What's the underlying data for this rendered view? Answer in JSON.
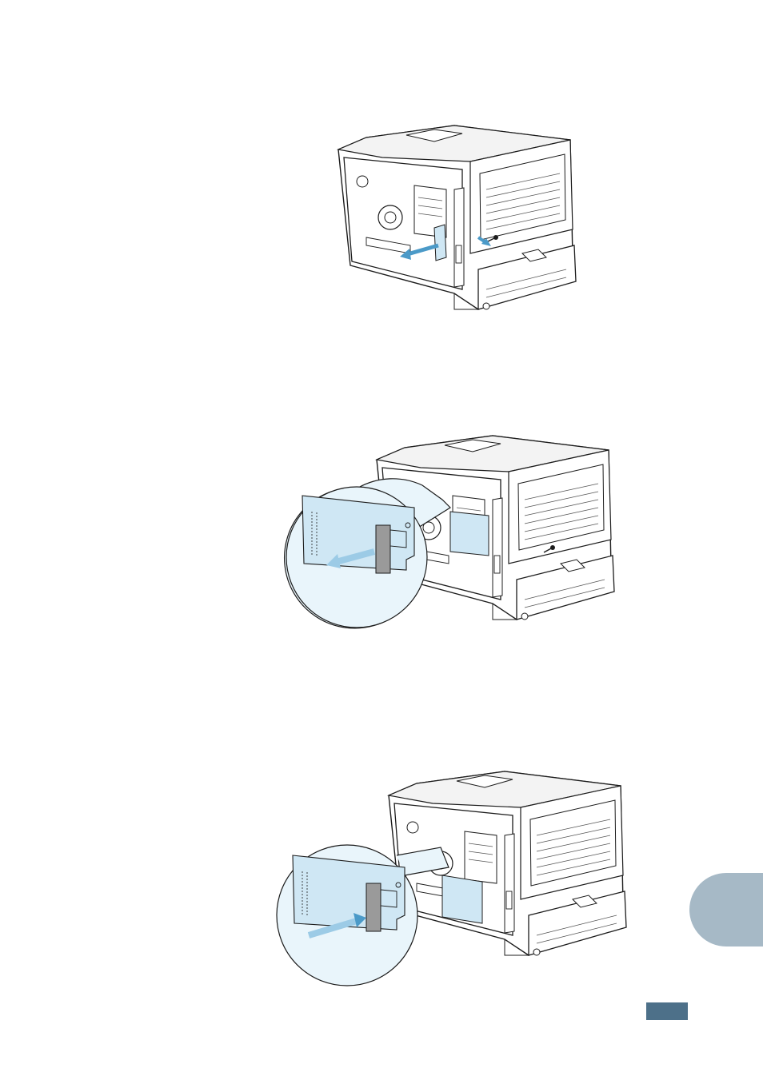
{
  "page": {
    "colors": {
      "line": "#1c1c1c",
      "paper": "#ffffff",
      "board": "#cfe7f4",
      "board_light": "#e9f5fb",
      "arrow": "#4b9ac8",
      "arrow_light": "#9ccbe6",
      "connector": "#9a9a9a",
      "side_tab": "#a6b9c6",
      "page_badge": "#4d7089"
    }
  },
  "figures": [
    {
      "id": "step-1",
      "subject": "printer-rear-remove-cover",
      "has_zoom_callout": false
    },
    {
      "id": "step-2",
      "subject": "printer-rear-remove-board",
      "has_zoom_callout": true
    },
    {
      "id": "step-3",
      "subject": "printer-rear-insert-board",
      "has_zoom_callout": true
    }
  ],
  "side_tab": {
    "icon": "chapter-tab"
  },
  "page_badge": {
    "icon": "page-number-badge"
  }
}
